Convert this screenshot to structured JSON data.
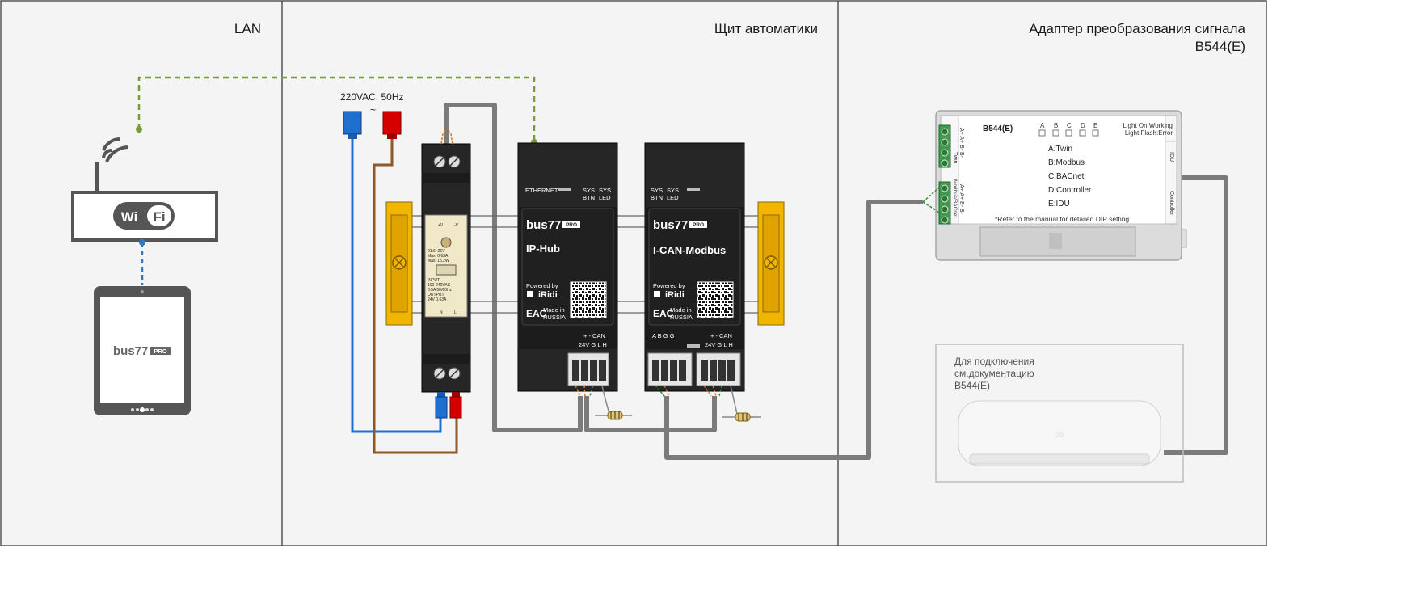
{
  "zones": {
    "lan": "LAN",
    "panel": "Щит автоматики",
    "adapter_line1": "Адаптер преобразования сигнала",
    "adapter_line2": "B544(E)"
  },
  "power": {
    "label": "220VAC, 50Hz",
    "symbol": "~"
  },
  "wifi": {
    "label": "Wi Fi"
  },
  "tablet": {
    "logo": "bus77",
    "logo_suffix": "PRO"
  },
  "psu": {
    "v_plus": "+V",
    "v_minus": "-V",
    "lines": [
      "21.6~26V",
      "Max. 0.63A",
      "Max. 15.2W",
      "INPUT",
      "100-240VAC",
      "0.5A 50/60Hz",
      "OUTPUT",
      "24V 0.63A"
    ],
    "n": "N",
    "l": "L"
  },
  "ip_hub": {
    "ethernet": "ETHERNET",
    "sys1": "SYS",
    "btn": "BTN",
    "sys2": "SYS",
    "led": "LED",
    "logo": "bus77",
    "logo_suffix": "PRO",
    "name": "IP-Hub",
    "powered_by": "Powered by",
    "iridi": "iRidi",
    "eac": "EAC",
    "made_in": "Made in",
    "russia": "RUSSIA",
    "term_top": "+   -   CAN",
    "term_bottom": "24V  G   L   H"
  },
  "ican": {
    "sys1": "SYS",
    "btn": "BTN",
    "sys2": "SYS",
    "led": "LED",
    "logo": "bus77",
    "logo_suffix": "PRO",
    "name": "I-CAN-Modbus",
    "powered_by": "Powered by",
    "iridi": "iRidi",
    "eac": "EAC",
    "made_in": "Made in",
    "russia": "RUSSIA",
    "term_left": "A  B  G  G",
    "term_right_top": "+   -   CAN",
    "term_right_bottom": "24V  G   L   H"
  },
  "adapter": {
    "model": "B544(E)",
    "dip_letters": [
      "A",
      "B",
      "C",
      "D",
      "E"
    ],
    "light_on": "Light On:Working",
    "light_flash": "Light Flash:Error",
    "modes": [
      "A:Twin",
      "B:Modbus",
      "C:BACnet",
      "D:Controller",
      "E:IDU"
    ],
    "note": "*Refer to the manual for detailed DIP setting",
    "twin_side": "Twin",
    "twin_pins": "A+ A+ B- B-",
    "modbus_side": "Modbus/BACnet",
    "modbus_pins": "A+ A+ B- B-",
    "idu": "IDU",
    "controller": "Controller"
  },
  "ac_box": {
    "line1": "Для подключения",
    "line2": "см.документацию",
    "line3": "B544(E)",
    "display": "26"
  },
  "colors": {
    "lan_dash": "#7a9a38",
    "wifi_dash": "#2e7bc4",
    "cable_gray": "#7b7b7b",
    "brown": "#8a5a2a",
    "blue_wire": "#1f6fd1",
    "red_plug": "#d40000",
    "device_dark": "#262626",
    "din_yellow": "#f3b600",
    "terminal_green": "#3f9b4c"
  }
}
